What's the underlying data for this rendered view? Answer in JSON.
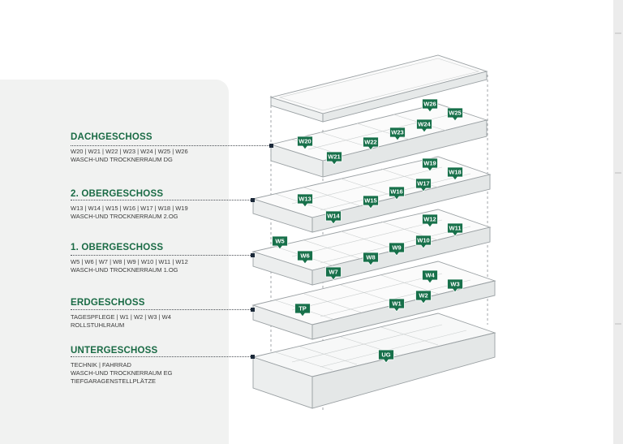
{
  "colors": {
    "brand_green": "#1a6b45",
    "tag_green": "#17704a",
    "panel": "#f1f2f1"
  },
  "levels": [
    {
      "title": "DACHGESCHOSS",
      "lines": [
        "W20 | W21 | W22 | W23 | W24 | W25 | W26",
        "WASCH-UND TROCKNERRAUM DG"
      ]
    },
    {
      "title": "2. OBERGESCHOSS",
      "lines": [
        "W13 | W14 | W15 | W16 | W17 | W18 | W19",
        "WASCH-UND TROCKNERRAUM 2.OG"
      ]
    },
    {
      "title": "1. OBERGESCHOSS",
      "lines": [
        "W5 | W6 | W7 | W8 | W9 | W10 | W11 | W12",
        "WASCH-UND TROCKNERRAUM 1.OG"
      ]
    },
    {
      "title": "ERDGESCHOSS",
      "lines": [
        "TAGESPFLEGE | W1 | W2 | W3 | W4",
        "ROLLSTUHLRAUM"
      ]
    },
    {
      "title": "UNTERGESCHOSS",
      "lines": [
        "TECHNIK | FAHRRAD",
        "WASCH-UND TROCKNERRAUM EG",
        "TIEFGARAGENSTELLPLÄTZE"
      ]
    }
  ],
  "unit_tags": [
    "W26",
    "W25",
    "W24",
    "W23",
    "W22",
    "W20",
    "W21",
    "W19",
    "W18",
    "W17",
    "W16",
    "W15",
    "W13",
    "W14",
    "W12",
    "W11",
    "W10",
    "W9",
    "W8",
    "W5",
    "W6",
    "W7",
    "W4",
    "W3",
    "W2",
    "W1",
    "TP",
    "UG"
  ]
}
